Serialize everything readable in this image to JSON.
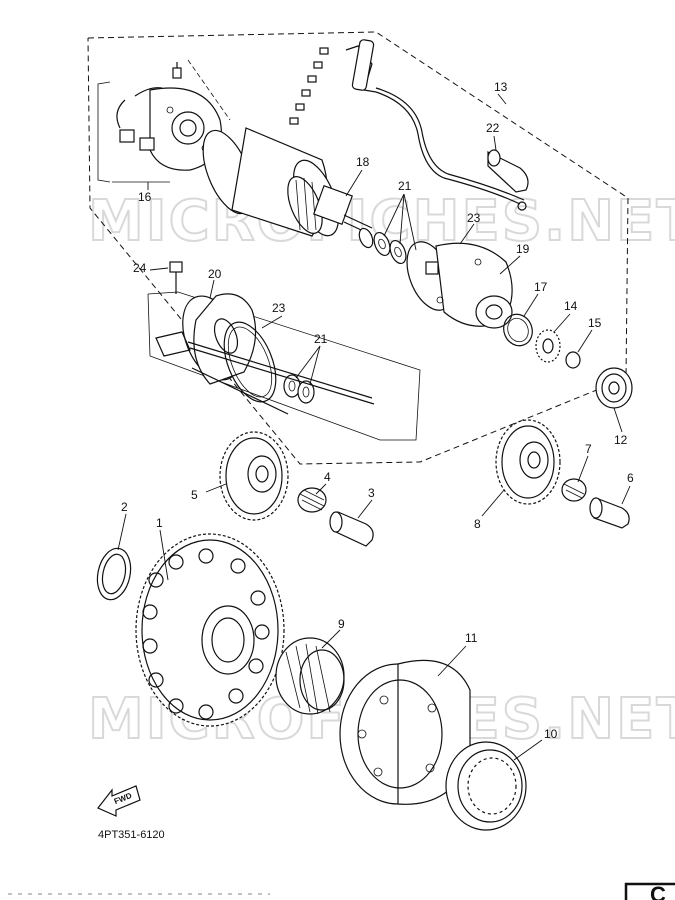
{
  "watermark": "MICROFICHES.NET",
  "diagram_code": "4PT351-6120",
  "fwd_label": "FWD",
  "corner_glyph": "C",
  "callouts": [
    {
      "id": "1",
      "label": "1"
    },
    {
      "id": "2",
      "label": "2"
    },
    {
      "id": "3",
      "label": "3"
    },
    {
      "id": "4",
      "label": "4"
    },
    {
      "id": "5",
      "label": "5"
    },
    {
      "id": "6",
      "label": "6"
    },
    {
      "id": "7",
      "label": "7"
    },
    {
      "id": "8",
      "label": "8"
    },
    {
      "id": "9",
      "label": "9"
    },
    {
      "id": "10",
      "label": "10"
    },
    {
      "id": "11",
      "label": "11"
    },
    {
      "id": "12",
      "label": "12"
    },
    {
      "id": "13",
      "label": "13"
    },
    {
      "id": "14",
      "label": "14"
    },
    {
      "id": "15",
      "label": "15"
    },
    {
      "id": "16",
      "label": "16"
    },
    {
      "id": "17",
      "label": "17"
    },
    {
      "id": "18",
      "label": "18"
    },
    {
      "id": "19",
      "label": "19"
    },
    {
      "id": "20",
      "label": "20"
    },
    {
      "id": "21a",
      "label": "21"
    },
    {
      "id": "21b",
      "label": "21"
    },
    {
      "id": "22",
      "label": "22"
    },
    {
      "id": "23a",
      "label": "23"
    },
    {
      "id": "23b",
      "label": "23"
    },
    {
      "id": "24",
      "label": "24"
    }
  ]
}
